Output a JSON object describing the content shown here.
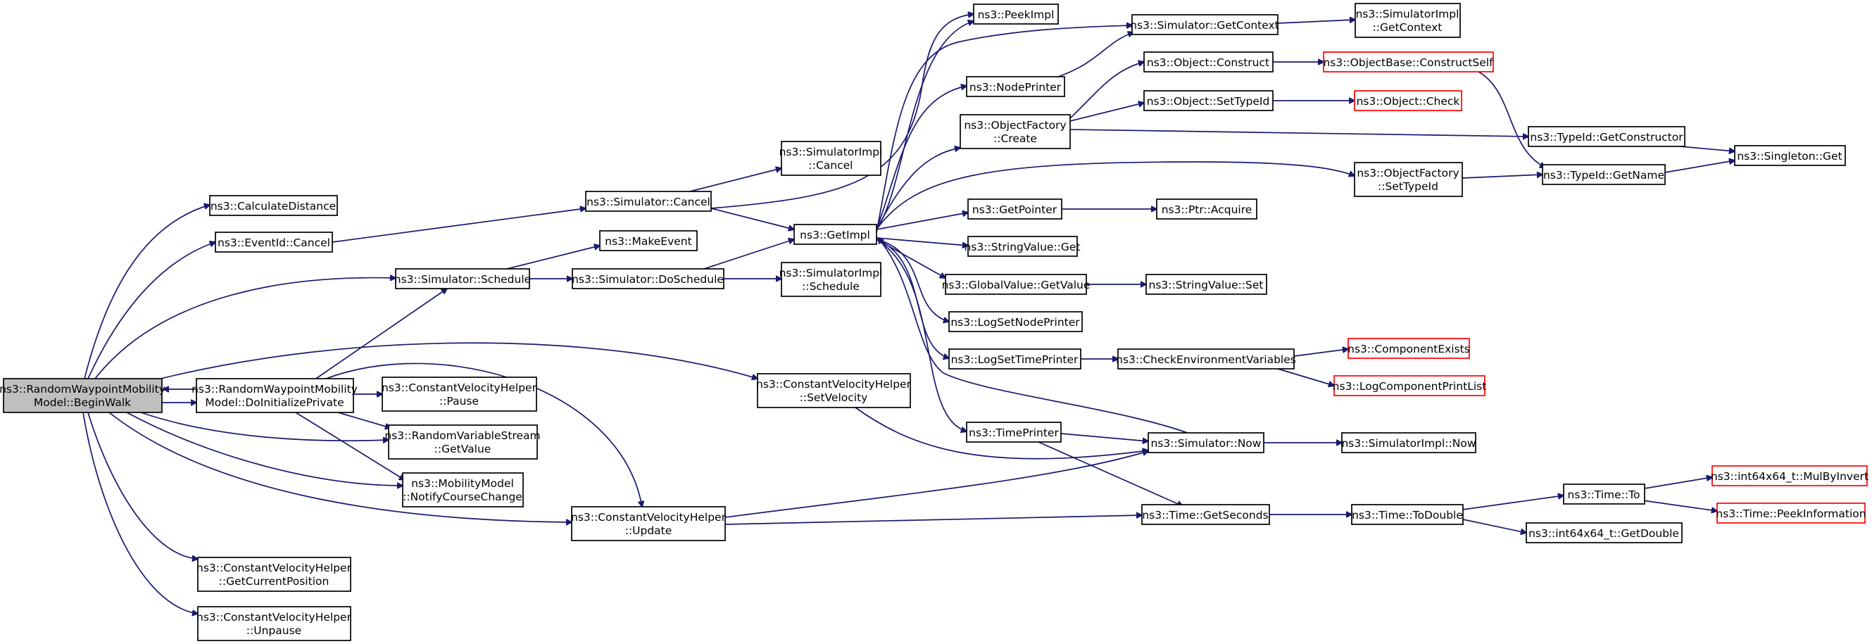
{
  "colors": {
    "edge": "#191970",
    "root_fill": "#bfbfbf",
    "external_border": "#ff0000",
    "node_border": "#000000"
  },
  "nodes": {
    "root": [
      "ns3::RandomWaypointMobility",
      "Model::BeginWalk"
    ],
    "doinit": [
      "ns3::RandomWaypointMobility",
      "Model::DoInitializePrivate"
    ],
    "calcdist": [
      "ns3::CalculateDistance"
    ],
    "eventcancel": [
      "ns3::EventId::Cancel"
    ],
    "schedule": [
      "ns3::Simulator::Schedule"
    ],
    "cvhpause": [
      "ns3::ConstantVelocityHelper",
      "::Pause"
    ],
    "rvsget": [
      "ns3::RandomVariableStream",
      "::GetValue"
    ],
    "notify": [
      "ns3::MobilityModel",
      "::NotifyCourseChange"
    ],
    "cvhupdate": [
      "ns3::ConstantVelocityHelper",
      "::Update"
    ],
    "cvhcur": [
      "ns3::ConstantVelocityHelper",
      "::GetCurrentPosition"
    ],
    "cvhunpause": [
      "ns3::ConstantVelocityHelper",
      "::Unpause"
    ],
    "simcancel": [
      "ns3::Simulator::Cancel"
    ],
    "makeevent": [
      "ns3::MakeEvent"
    ],
    "doschedule": [
      "ns3::Simulator::DoSchedule"
    ],
    "simimplcancel": [
      "ns3::SimulatorImpl",
      "::Cancel"
    ],
    "simimplsched": [
      "ns3::SimulatorImpl",
      "::Schedule"
    ],
    "getimpl": [
      "ns3::GetImpl"
    ],
    "setvel": [
      "ns3::ConstantVelocityHelper",
      "::SetVelocity"
    ],
    "peekimpl": [
      "ns3::PeekImpl"
    ],
    "nodeprinter": [
      "ns3::NodePrinter"
    ],
    "ofcreate": [
      "ns3::ObjectFactory",
      "::Create"
    ],
    "getpointer": [
      "ns3::GetPointer"
    ],
    "svget": [
      "ns3::StringValue::Get"
    ],
    "gvget": [
      "ns3::GlobalValue::GetValue"
    ],
    "lognode": [
      "ns3::LogSetNodePrinter"
    ],
    "logtime": [
      "ns3::LogSetTimePrinter"
    ],
    "timeprinter": [
      "ns3::TimePrinter"
    ],
    "simgetctx": [
      "ns3::Simulator::GetContext"
    ],
    "objconstruct": [
      "ns3::Object::Construct"
    ],
    "objsettid": [
      "ns3::Object::SetTypeId"
    ],
    "ofsettid": [
      "ns3::ObjectFactory",
      "::SetTypeId"
    ],
    "ptracquire": [
      "ns3::Ptr::Acquire"
    ],
    "svset": [
      "ns3::StringValue::Set"
    ],
    "checkenv": [
      "ns3::CheckEnvironmentVariables"
    ],
    "simnow": [
      "ns3::Simulator::Now"
    ],
    "timegetsec": [
      "ns3::Time::GetSeconds"
    ],
    "simimplgetctx": [
      "ns3::SimulatorImpl",
      "::GetContext"
    ],
    "constructself": [
      "ns3::ObjectBase::ConstructSelf"
    ],
    "objcheck": [
      "ns3::Object::Check"
    ],
    "tidgetctor": [
      "ns3::TypeId::GetConstructor"
    ],
    "tidgetname": [
      "ns3::TypeId::GetName"
    ],
    "compexists": [
      "ns3::ComponentExists"
    ],
    "logprint": [
      "ns3::LogComponentPrintList"
    ],
    "simimplnow": [
      "ns3::SimulatorImpl::Now"
    ],
    "timetodouble": [
      "ns3::Time::ToDouble"
    ],
    "timeto": [
      "ns3::Time::To"
    ],
    "getdouble": [
      "ns3::int64x64_t::GetDouble"
    ],
    "singletonget": [
      "ns3::Singleton::Get"
    ],
    "mulbyinvert": [
      "ns3::int64x64_t::MulByInvert"
    ],
    "peekinfo": [
      "ns3::Time::PeekInformation"
    ]
  }
}
